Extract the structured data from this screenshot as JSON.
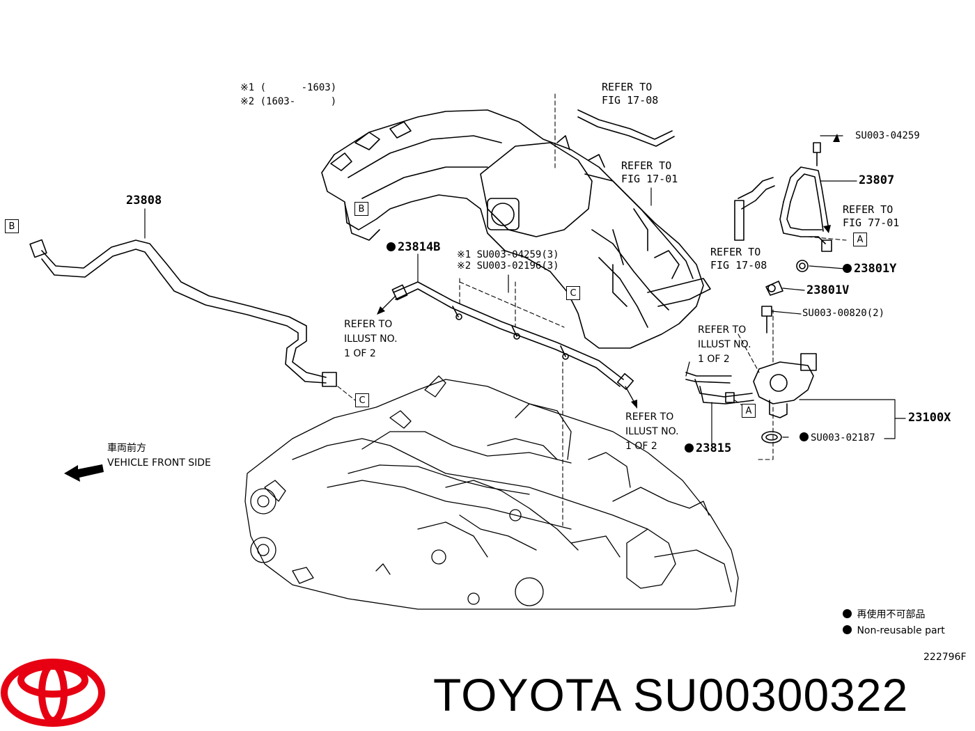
{
  "notes": {
    "note1": "※1 (      -1603)",
    "note2": "※2 (1603-      )"
  },
  "parts": {
    "p23808": "23808",
    "p23814b": "23814B",
    "p23807": "23807",
    "p23801y": "23801Y",
    "p23801v": "23801V",
    "p23815": "23815",
    "p23100x": "23100X",
    "bolt_04259": "SU003-04259",
    "bolt_00820": "SU003-00820(2)",
    "gasket_02187": "SU003-02187",
    "bolt1_04259_3": "SU003-04259(3)",
    "bolt2_02196_3": "SU003-02196(3)",
    "mark1": "※1",
    "mark2": "※2"
  },
  "refs": {
    "fig1708_top": "REFER TO\nFIG 17-08",
    "fig1701": "REFER TO\nFIG 17-01",
    "fig7701": "REFER TO\nFIG 77-01",
    "fig1708_mid": "REFER TO\nFIG 17-08",
    "illust_left": "REFER TO\nILLUST NO.\n1 OF 2",
    "illust_right": "REFER TO\nILLUST NO.\n1 OF 2",
    "illust_bottom": "REFER TO\nILLUST NO.\n1 OF 2"
  },
  "boxes": {
    "b_left": "B",
    "b_manifold": "B",
    "c_hose": "C",
    "c_manifold": "C",
    "a_hose": "A",
    "a_valve": "A"
  },
  "vehicle_front": {
    "jp": "車両前方",
    "en": "VEHICLE FRONT SIDE"
  },
  "legend": {
    "jp": "再使用不可部品",
    "en": "Non-reusable part"
  },
  "illustration_code": "222796F",
  "footer": {
    "brand": "TOYOTA",
    "part_number": "SU00300322",
    "text": "TOYOTA SU00300322",
    "logo_color": "#e60012"
  }
}
